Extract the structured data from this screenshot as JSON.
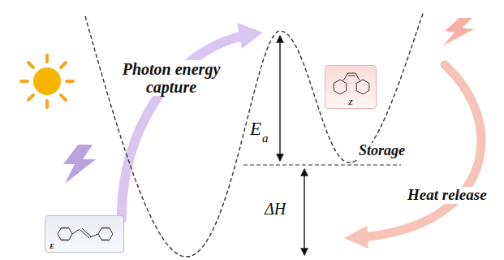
{
  "diagram": {
    "nodes": [
      {
        "text": [
          "Z"
        ]
      },
      {
        "text": [
          "E"
        ]
      }
    ],
    "labels": [
      "Photon energy capture",
      "E",
      "a",
      "Storage",
      "ΔH",
      "Heat release"
    ]
  }
}
